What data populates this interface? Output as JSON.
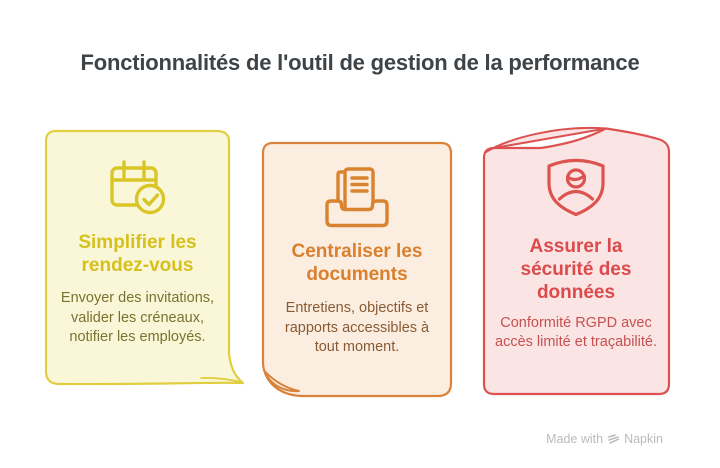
{
  "title": "Fonctionnalités de l'outil de gestion de la performance",
  "cards": [
    {
      "id": "appointments",
      "icon": "calendar-check-icon",
      "heading": "Simplifier les rendez-vous",
      "body": "Envoyer des invitations, valider les créneaux, notifier les employés.",
      "theme": {
        "background": "#faf7d8",
        "border": "#e0ce40",
        "heading_color": "#d6c01e",
        "body_color": "#7a7230",
        "icon_stroke": "#d9c526"
      }
    },
    {
      "id": "documents",
      "icon": "inbox-documents-icon",
      "heading": "Centraliser les documents",
      "body": "Entretiens, objectifs et rapports accessibles à tout moment.",
      "theme": {
        "background": "#fbeee1",
        "border": "#d9823a",
        "heading_color": "#d9802e",
        "body_color": "#8a5a32",
        "icon_stroke": "#d9822f"
      }
    },
    {
      "id": "security",
      "icon": "shield-user-icon",
      "heading": "Assurer la sécurité des données",
      "body": "Conformité RGPD avec accès limité et traçabilité.",
      "theme": {
        "background": "#fbe4e4",
        "border": "#dd5151",
        "heading_color": "#dc4b4b",
        "body_color": "#c75050",
        "icon_stroke": "#dc534f"
      }
    }
  ],
  "watermark": {
    "prefix": "Made with",
    "brand": "Napkin",
    "icon": "napkin-logo-icon",
    "color": "#b9bcbf"
  },
  "page": {
    "background": "#ffffff",
    "title_color": "#3e4347"
  }
}
